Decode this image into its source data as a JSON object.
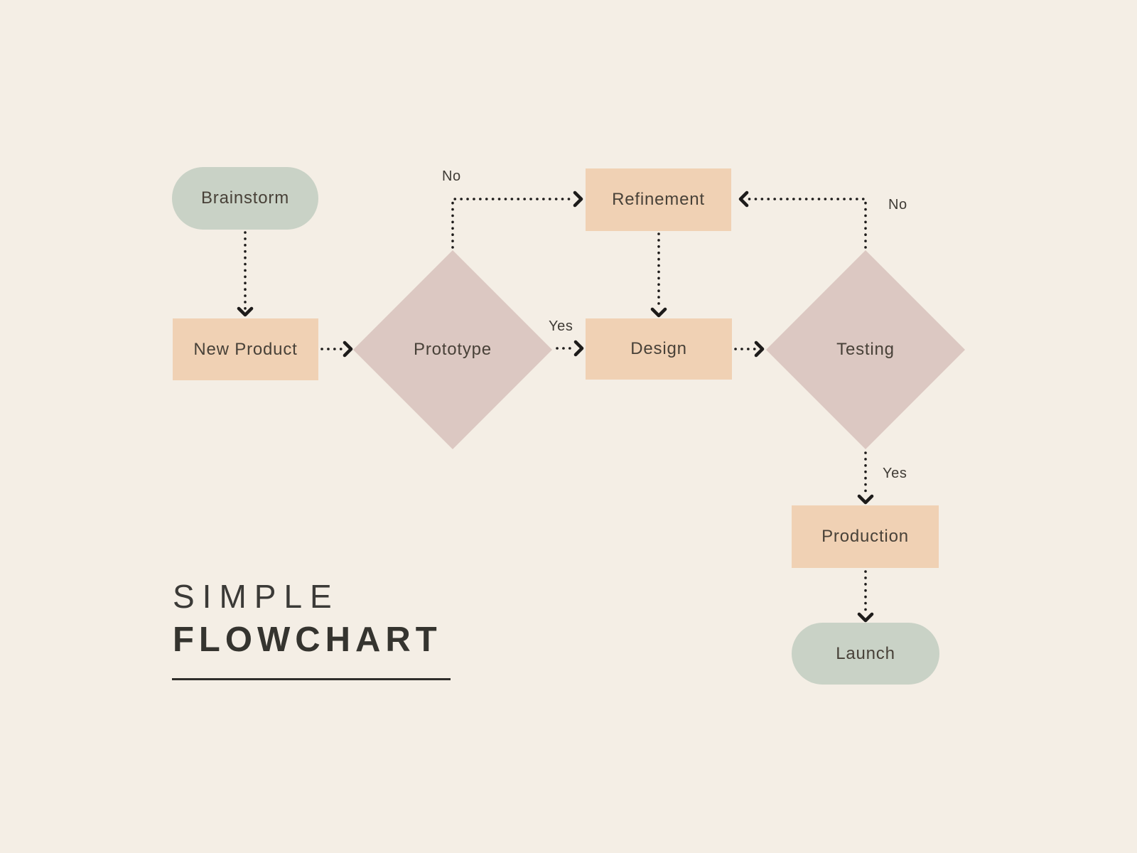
{
  "title": {
    "line1": "SIMPLE",
    "line2": "FLOWCHART"
  },
  "colors": {
    "background": "#f4eee5",
    "terminator_fill": "#c9d2c6",
    "process_fill": "#f0d1b4",
    "decision_fill": "#dcc8c2",
    "connector": "#1d1b1a",
    "node_text": "#484138",
    "title_text": "#35342f"
  },
  "nodes": [
    {
      "id": "brainstorm",
      "label": "Brainstorm",
      "type": "terminator"
    },
    {
      "id": "new-product",
      "label": "New Product",
      "type": "process"
    },
    {
      "id": "prototype",
      "label": "Prototype",
      "type": "decision"
    },
    {
      "id": "refinement",
      "label": "Refinement",
      "type": "process"
    },
    {
      "id": "design",
      "label": "Design",
      "type": "process"
    },
    {
      "id": "testing",
      "label": "Testing",
      "type": "decision"
    },
    {
      "id": "production",
      "label": "Production",
      "type": "process"
    },
    {
      "id": "launch",
      "label": "Launch",
      "type": "terminator"
    }
  ],
  "edges": [
    {
      "from": "brainstorm",
      "to": "new-product",
      "label": ""
    },
    {
      "from": "new-product",
      "to": "prototype",
      "label": ""
    },
    {
      "from": "prototype",
      "to": "refinement",
      "label": "No"
    },
    {
      "from": "prototype",
      "to": "design",
      "label": "Yes"
    },
    {
      "from": "refinement",
      "to": "design",
      "label": ""
    },
    {
      "from": "design",
      "to": "testing",
      "label": ""
    },
    {
      "from": "testing",
      "to": "refinement",
      "label": "No"
    },
    {
      "from": "testing",
      "to": "production",
      "label": "Yes"
    },
    {
      "from": "production",
      "to": "launch",
      "label": ""
    }
  ]
}
